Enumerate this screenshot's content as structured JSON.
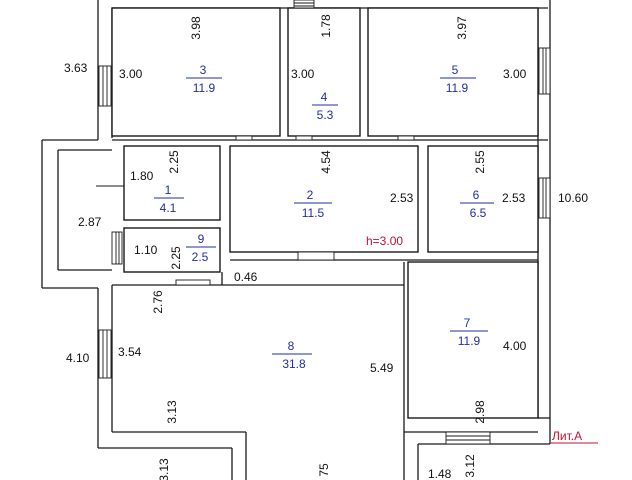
{
  "colors": {
    "ink": "#1a1a1a",
    "room_label": "#1f2fa3",
    "accent_red": "#c8102e"
  },
  "rooms": [
    {
      "number": "3",
      "area": "11.9"
    },
    {
      "number": "4",
      "area": "5.3"
    },
    {
      "number": "5",
      "area": "11.9"
    },
    {
      "number": "1",
      "area": "4.1"
    },
    {
      "number": "2",
      "area": "11.5"
    },
    {
      "number": "6",
      "area": "6.5"
    },
    {
      "number": "9",
      "area": "2.5"
    },
    {
      "number": "8",
      "area": "31.8"
    },
    {
      "number": "7",
      "area": "11.9"
    }
  ],
  "dimensions": {
    "d_3_98": "3.98",
    "d_1_78": "1.78",
    "d_3_97": "3.97",
    "d_3_63": "3.63",
    "d_3_00_a": "3.00",
    "d_3_00_b": "3.00",
    "d_3_00_c": "3.00",
    "d_2_25_a": "2.25",
    "d_4_54": "4.54",
    "d_2_55": "2.55",
    "d_1_80": "1.80",
    "d_2_87": "2.87",
    "d_2_53_a": "2.53",
    "d_2_53_b": "2.53",
    "d_10_60": "10.60",
    "d_1_10": "1.10",
    "d_2_25_b": "2.25",
    "d_0_46": "0.46",
    "d_2_76": "2.76",
    "d_4_10": "4.10",
    "d_3_54": "3.54",
    "d_5_49": "5.49",
    "d_4_00": "4.00",
    "d_3_13_a": "3.13",
    "d_2_98": "2.98",
    "d_3_13_b": "3.13",
    "d_75": "75",
    "d_1_48": "1.48",
    "d_3_12": "3.12"
  },
  "height_note": "h=3.00",
  "lit_label": "Лит.А"
}
